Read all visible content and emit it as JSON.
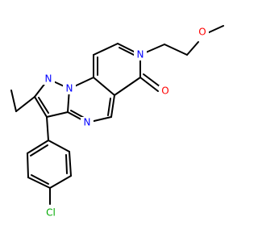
{
  "structure": {
    "atoms": [
      {
        "id": "N1",
        "text": "N",
        "color": "#0000ff"
      },
      {
        "id": "N2",
        "text": "N",
        "color": "#0000ff"
      },
      {
        "id": "N3",
        "text": "N",
        "color": "#0000ff"
      },
      {
        "id": "N4",
        "text": "N",
        "color": "#0000ff"
      },
      {
        "id": "O1",
        "text": "O",
        "color": "#ff0000"
      },
      {
        "id": "O2",
        "text": "O",
        "color": "#ff0000"
      },
      {
        "id": "Cl",
        "text": "Cl",
        "color": "#00aa00"
      }
    ],
    "bond_color": "#000000",
    "background_color": "#ffffff"
  }
}
